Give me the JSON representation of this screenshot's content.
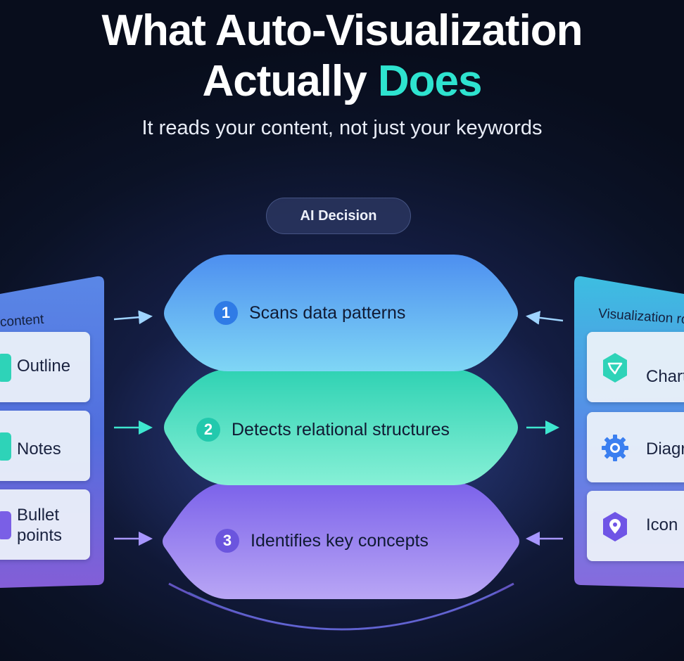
{
  "header": {
    "title_line1": "What Auto-Visualization",
    "title_line2_prefix": "Actually ",
    "title_line2_highlight": "Does",
    "subtitle": "It reads your content, not just your keywords"
  },
  "center": {
    "pill_label": "AI Decision",
    "steps": [
      {
        "number": "1",
        "label": "Scans data patterns"
      },
      {
        "number": "2",
        "label": "Detects relational structures"
      },
      {
        "number": "3",
        "label": "Identifies key concepts"
      }
    ]
  },
  "left_panel": {
    "title": "content",
    "items": [
      {
        "label": "Outline"
      },
      {
        "label": "Notes"
      },
      {
        "label_line1": "Bullet",
        "label_line2": "points"
      }
    ]
  },
  "right_panel": {
    "title": "Visualization ro",
    "items": [
      {
        "label": "Chart",
        "icon": "chart-icon"
      },
      {
        "label": "Diagr",
        "icon": "gear-icon"
      },
      {
        "label": "Icon",
        "icon": "location-pin-icon"
      }
    ]
  },
  "colors": {
    "accent_teal": "#2ee3cf",
    "step1": "#5aa7f5",
    "step2": "#3fdcc0",
    "step3": "#8b78ee"
  }
}
